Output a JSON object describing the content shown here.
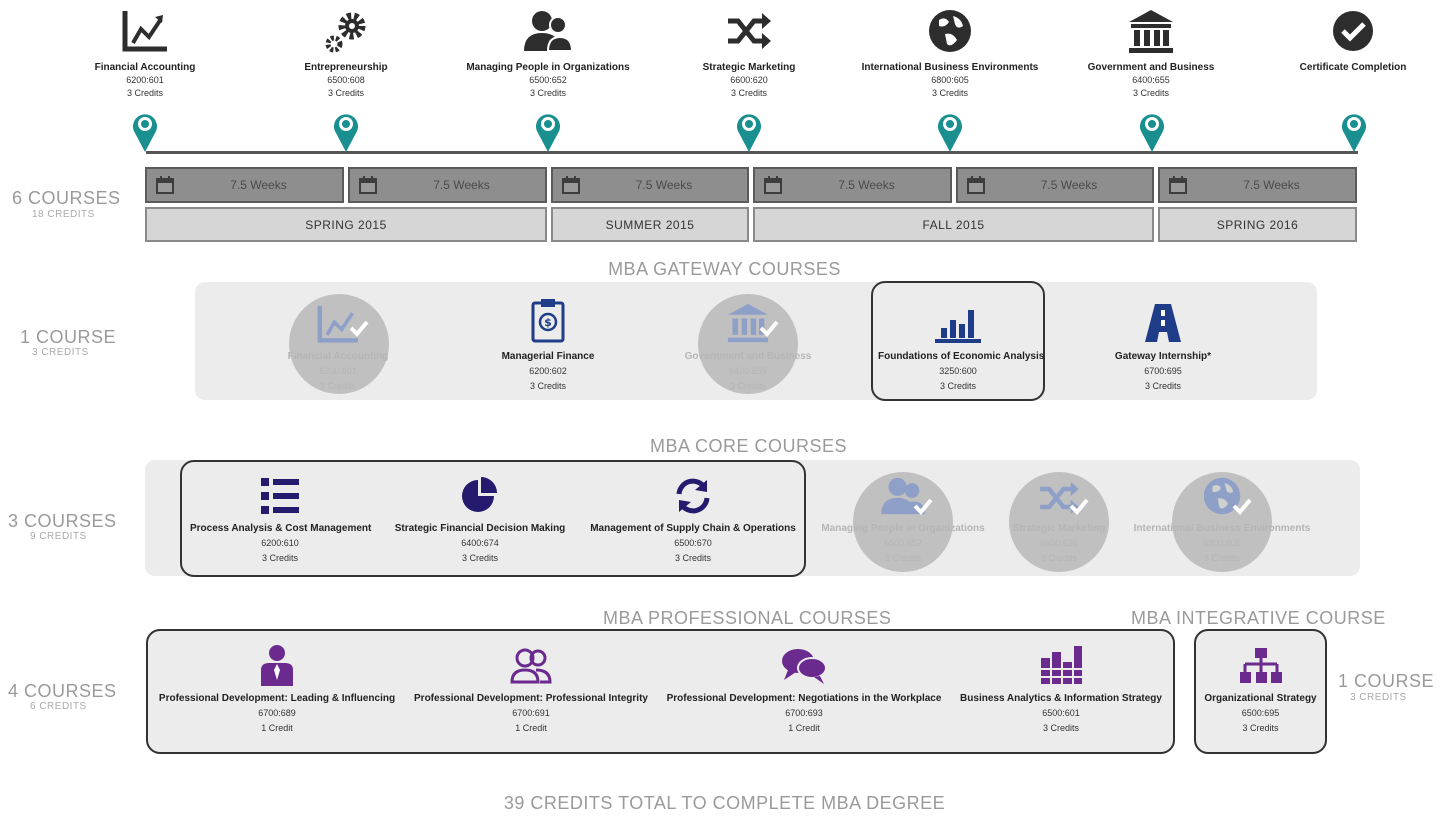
{
  "timeline": [
    {
      "title": "Financial Accounting",
      "code": "6200:601",
      "credits": "3 Credits",
      "icon": "line-chart-icon"
    },
    {
      "title": "Entrepreneurship",
      "code": "6500:608",
      "credits": "3 Credits",
      "icon": "gears-icon"
    },
    {
      "title": "Managing People in Organizations",
      "code": "6500:652",
      "credits": "3 Credits",
      "icon": "people-icon"
    },
    {
      "title": "Strategic Marketing",
      "code": "6600:620",
      "credits": "3 Credits",
      "icon": "shuffle-icon"
    },
    {
      "title": "International Business Environments",
      "code": "6800:605",
      "credits": "3 Credits",
      "icon": "globe-icon"
    },
    {
      "title": "Government and Business",
      "code": "6400:655",
      "credits": "3 Credits",
      "icon": "bank-icon"
    },
    {
      "title": "Certificate Completion",
      "code": "",
      "credits": "",
      "icon": "check-circle-icon"
    }
  ],
  "weeks": [
    "7.5 Weeks",
    "7.5 Weeks",
    "7.5 Weeks",
    "7.5 Weeks",
    "7.5 Weeks",
    "7.5 Weeks"
  ],
  "terms": [
    "SPRING 2015",
    "SUMMER 2015",
    "FALL 2015",
    "SPRING 2016"
  ],
  "side": {
    "timeline": {
      "count": "6 COURSES",
      "credits": "18 CREDITS"
    },
    "gateway": {
      "count": "1 COURSE",
      "credits": "3 CREDITS"
    },
    "core": {
      "count": "3 COURSES",
      "credits": "9 CREDITS"
    },
    "professional": {
      "count": "4 COURSES",
      "credits": "6 CREDITS"
    },
    "integrative": {
      "count": "1 COURSE",
      "credits": "3 CREDITS"
    }
  },
  "sections": {
    "gateway": "MBA GATEWAY COURSES",
    "core": "MBA CORE COURSES",
    "professional": "MBA PROFESSIONAL COURSES",
    "integrative": "MBA INTEGRATIVE COURSE"
  },
  "gateway": [
    {
      "title": "Financial Accounting",
      "code": "6200:601",
      "credits": "3 Credits",
      "faded": true
    },
    {
      "title": "Managerial Finance",
      "code": "6200:602",
      "credits": "3 Credits",
      "faded": false
    },
    {
      "title": "Government and Business",
      "code": "6400:655",
      "credits": "3 Credits",
      "faded": true
    },
    {
      "title": "Foundations of Economic Analysis",
      "code": "3250:600",
      "credits": "3 Credits",
      "faded": false
    },
    {
      "title": "Gateway Internship*",
      "code": "6700:695",
      "credits": "3 Credits",
      "faded": false
    }
  ],
  "core": [
    {
      "title": "Process Analysis & Cost Management",
      "code": "6200:610",
      "credits": "3 Credits"
    },
    {
      "title": "Strategic Financial Decision Making",
      "code": "6400:674",
      "credits": "3 Credits"
    },
    {
      "title": "Management of Supply Chain & Operations",
      "code": "6500:670",
      "credits": "3 Credits"
    },
    {
      "title": "Managing People in Organizations",
      "code": "6500:652",
      "credits": "3 Credits"
    },
    {
      "title": "Strategic Marketing",
      "code": "6600:620",
      "credits": "3 Credits"
    },
    {
      "title": "International Business Environments",
      "code": "6800:605",
      "credits": "3 Credits"
    }
  ],
  "professional": [
    {
      "title": "Professional Development: Leading & Influencing",
      "code": "6700:689",
      "credits": "1 Credit"
    },
    {
      "title": "Professional Development: Professional Integrity",
      "code": "6700:691",
      "credits": "1 Credit"
    },
    {
      "title": "Professional Development: Negotiations in the Workplace",
      "code": "6700:693",
      "credits": "1 Credit"
    },
    {
      "title": "Business Analytics & Information Strategy",
      "code": "6500:601",
      "credits": "3 Credits"
    }
  ],
  "integrative": [
    {
      "title": "Organizational Strategy",
      "code": "6500:695",
      "credits": "3 Credits"
    }
  ],
  "footer": "39 CREDITS TOTAL TO COMPLETE MBA DEGREE",
  "colors": {
    "teal": "#1a8f8f",
    "navy": "#1f3c88",
    "purple": "#6a2a8e",
    "dark": "#2d2d2d",
    "faded": "#b0b0b0"
  }
}
